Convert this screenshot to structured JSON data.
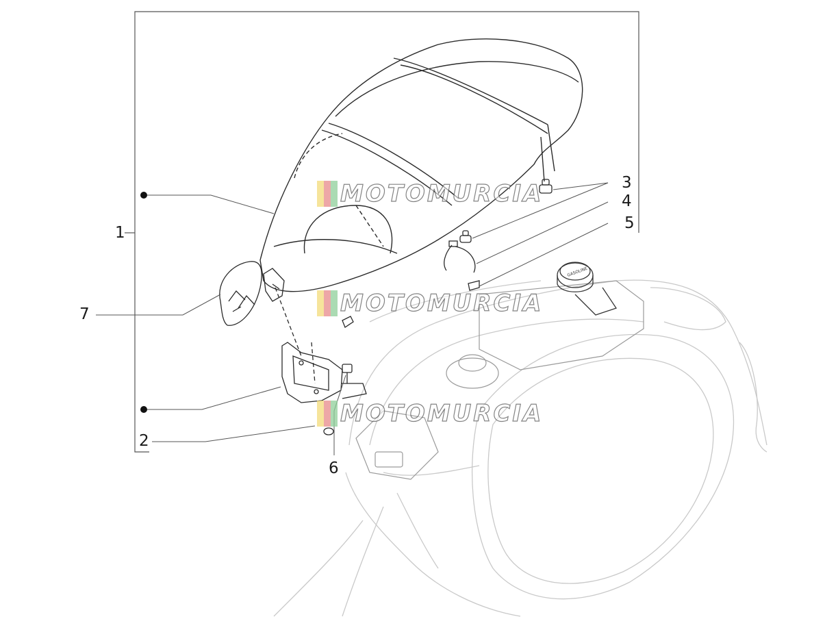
{
  "diagram": {
    "callouts": [
      "1",
      "2",
      "3",
      "4",
      "5",
      "6",
      "7"
    ],
    "watermark": "MOTOMURCIA",
    "cap_text": "GASOLINE",
    "colors": {
      "line": "#1a1a1a",
      "part": "#2a2a2a",
      "body": "#c9c9c9",
      "watermark_flag_red": "#e88a8a",
      "watermark_flag_yellow": "#f3dc7a",
      "watermark_flag_green": "#8fcf9a"
    }
  }
}
